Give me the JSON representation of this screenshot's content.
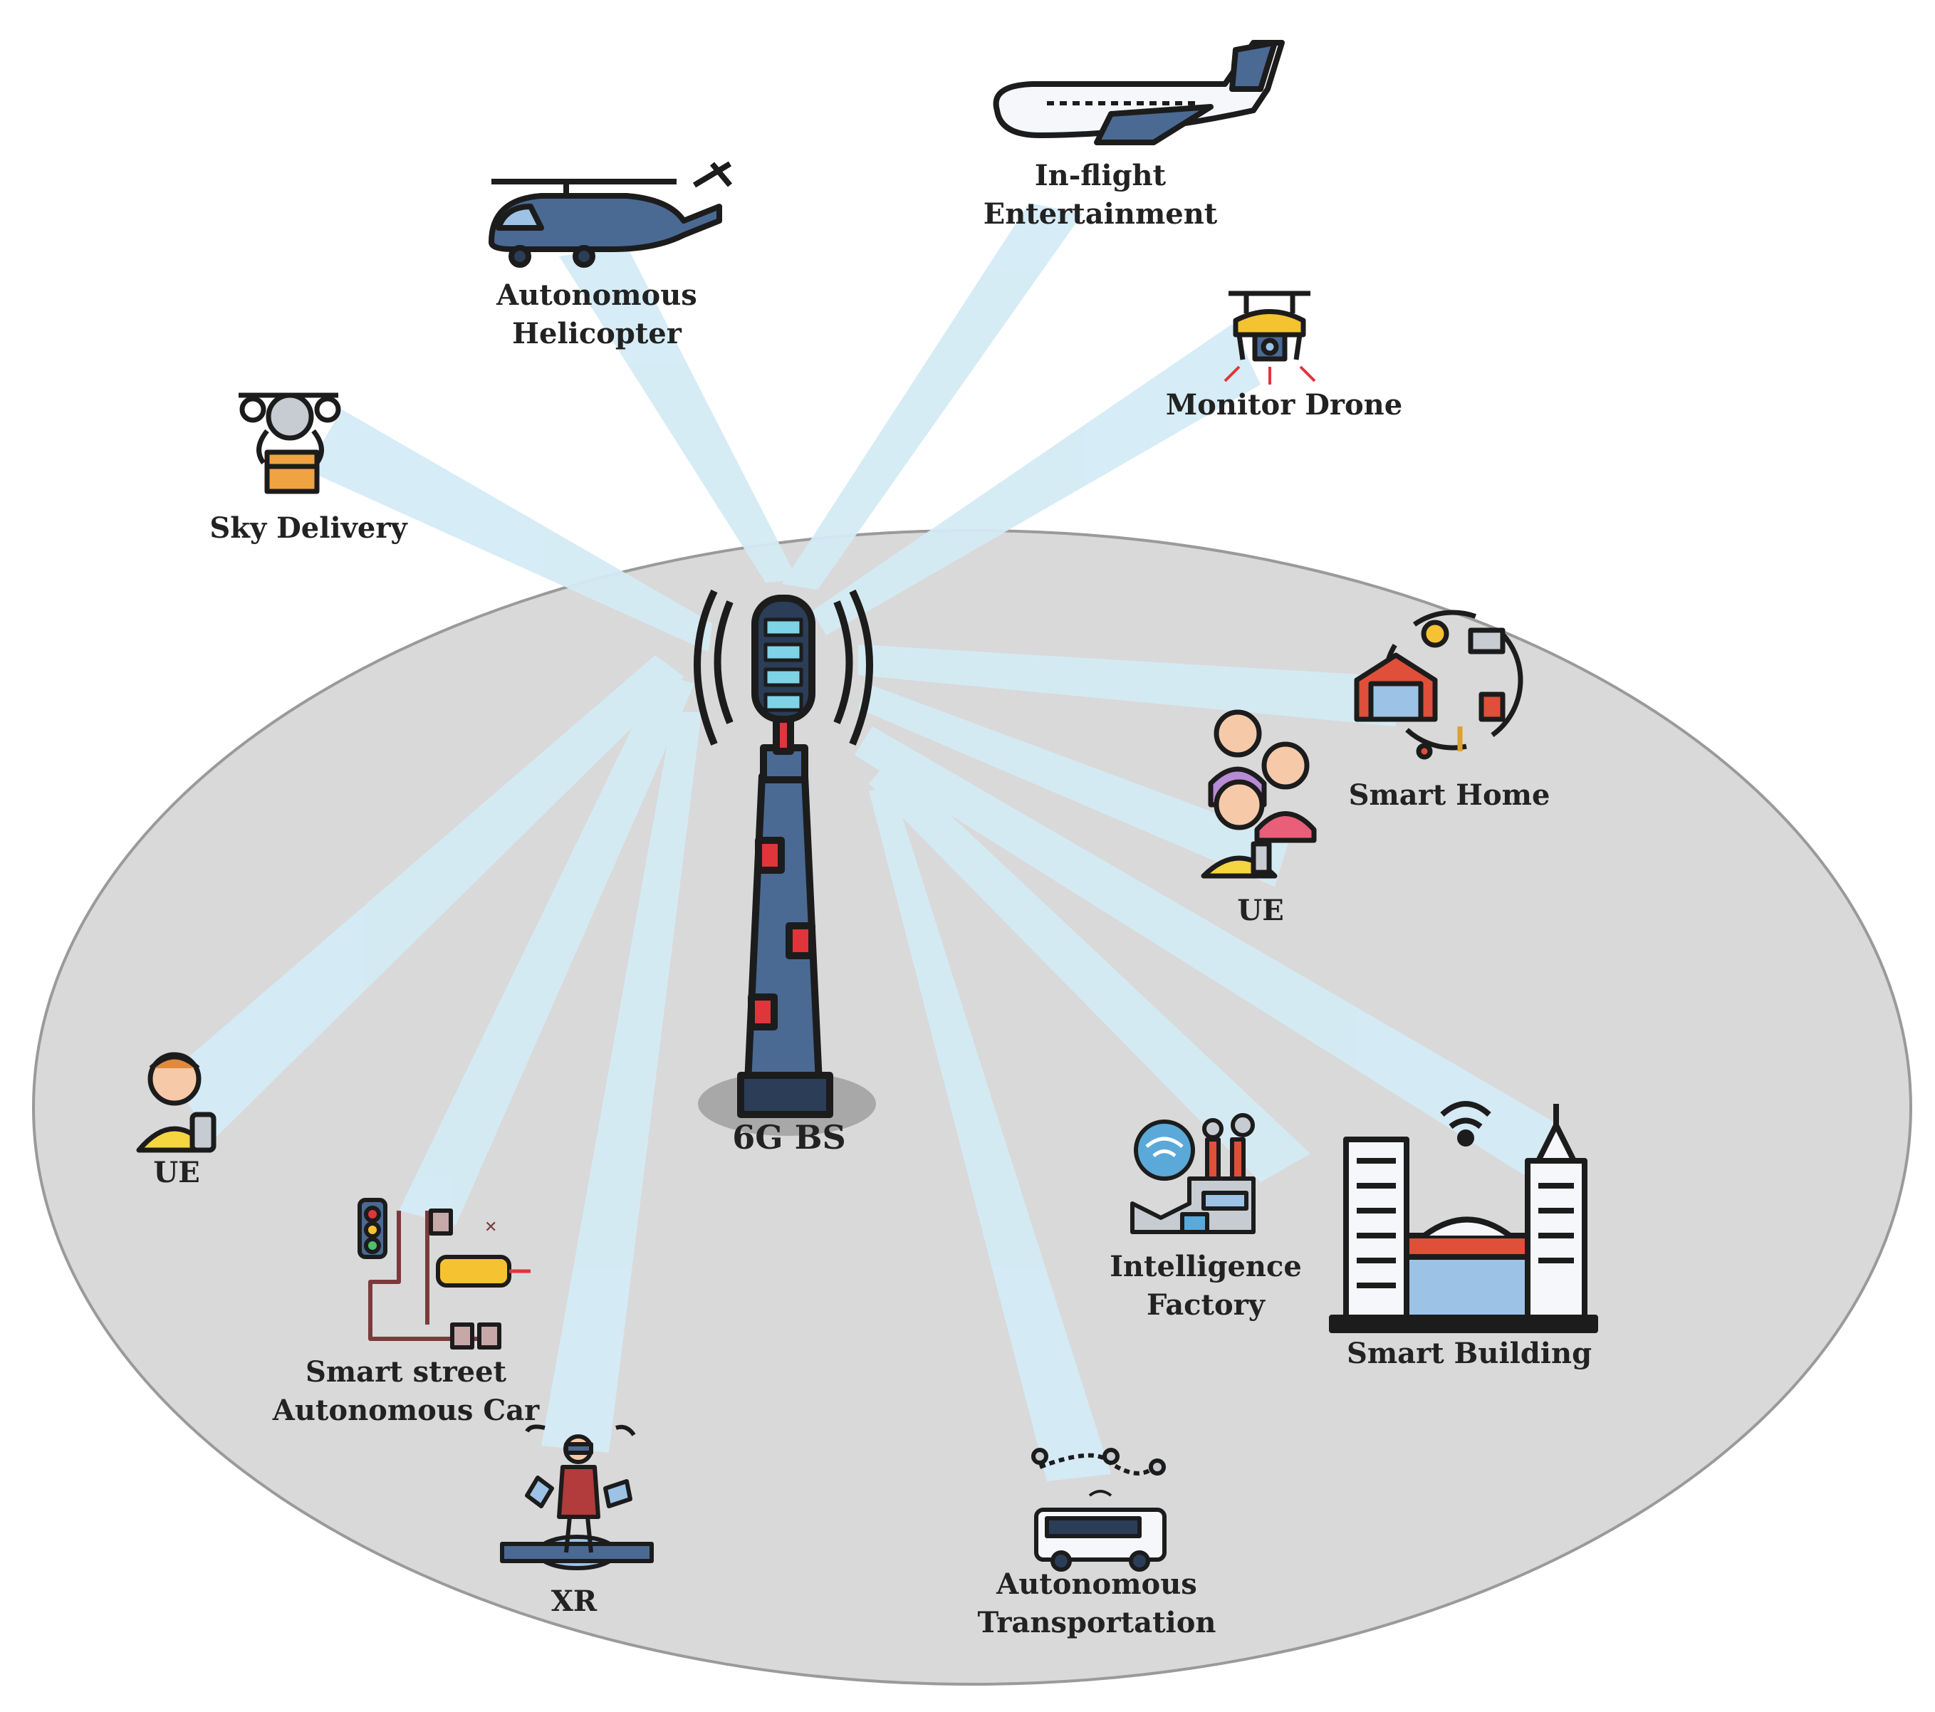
{
  "base_station": {
    "label": "6G BS"
  },
  "nodes": [
    {
      "id": "inflight",
      "lines": [
        "In-flight",
        "Entertainment"
      ],
      "icon": "airplane-icon"
    },
    {
      "id": "helicopter",
      "lines": [
        "Autonomous",
        "Helicopter"
      ],
      "icon": "helicopter-icon"
    },
    {
      "id": "monitor-drone",
      "lines": [
        "Monitor Drone"
      ],
      "icon": "monitor-drone-icon"
    },
    {
      "id": "sky-delivery",
      "lines": [
        "Sky Delivery"
      ],
      "icon": "delivery-drone-icon"
    },
    {
      "id": "smart-home",
      "lines": [
        "Smart Home"
      ],
      "icon": "smart-home-icon"
    },
    {
      "id": "ue-group",
      "lines": [
        "UE"
      ],
      "icon": "user-group-icon"
    },
    {
      "id": "ue-single",
      "lines": [
        "UE"
      ],
      "icon": "user-phone-icon"
    },
    {
      "id": "smart-street",
      "lines": [
        "Smart street",
        "Autonomous Car"
      ],
      "icon": "smart-street-icon"
    },
    {
      "id": "xr",
      "lines": [
        "XR"
      ],
      "icon": "xr-user-icon"
    },
    {
      "id": "transportation",
      "lines": [
        "Autonomous",
        "Transportation"
      ],
      "icon": "autonomous-bus-icon"
    },
    {
      "id": "factory",
      "lines": [
        "Intelligence",
        "Factory"
      ],
      "icon": "smart-factory-icon"
    },
    {
      "id": "smart-building",
      "lines": [
        "Smart Building"
      ],
      "icon": "smart-building-icon"
    }
  ],
  "colors": {
    "ground": "#d9d9d9",
    "beam": "#d4ebf5",
    "tower": "#4a6a93",
    "accent_red": "#e0353b",
    "accent_yellow": "#f5c232",
    "outline": "#1c1c1c"
  }
}
